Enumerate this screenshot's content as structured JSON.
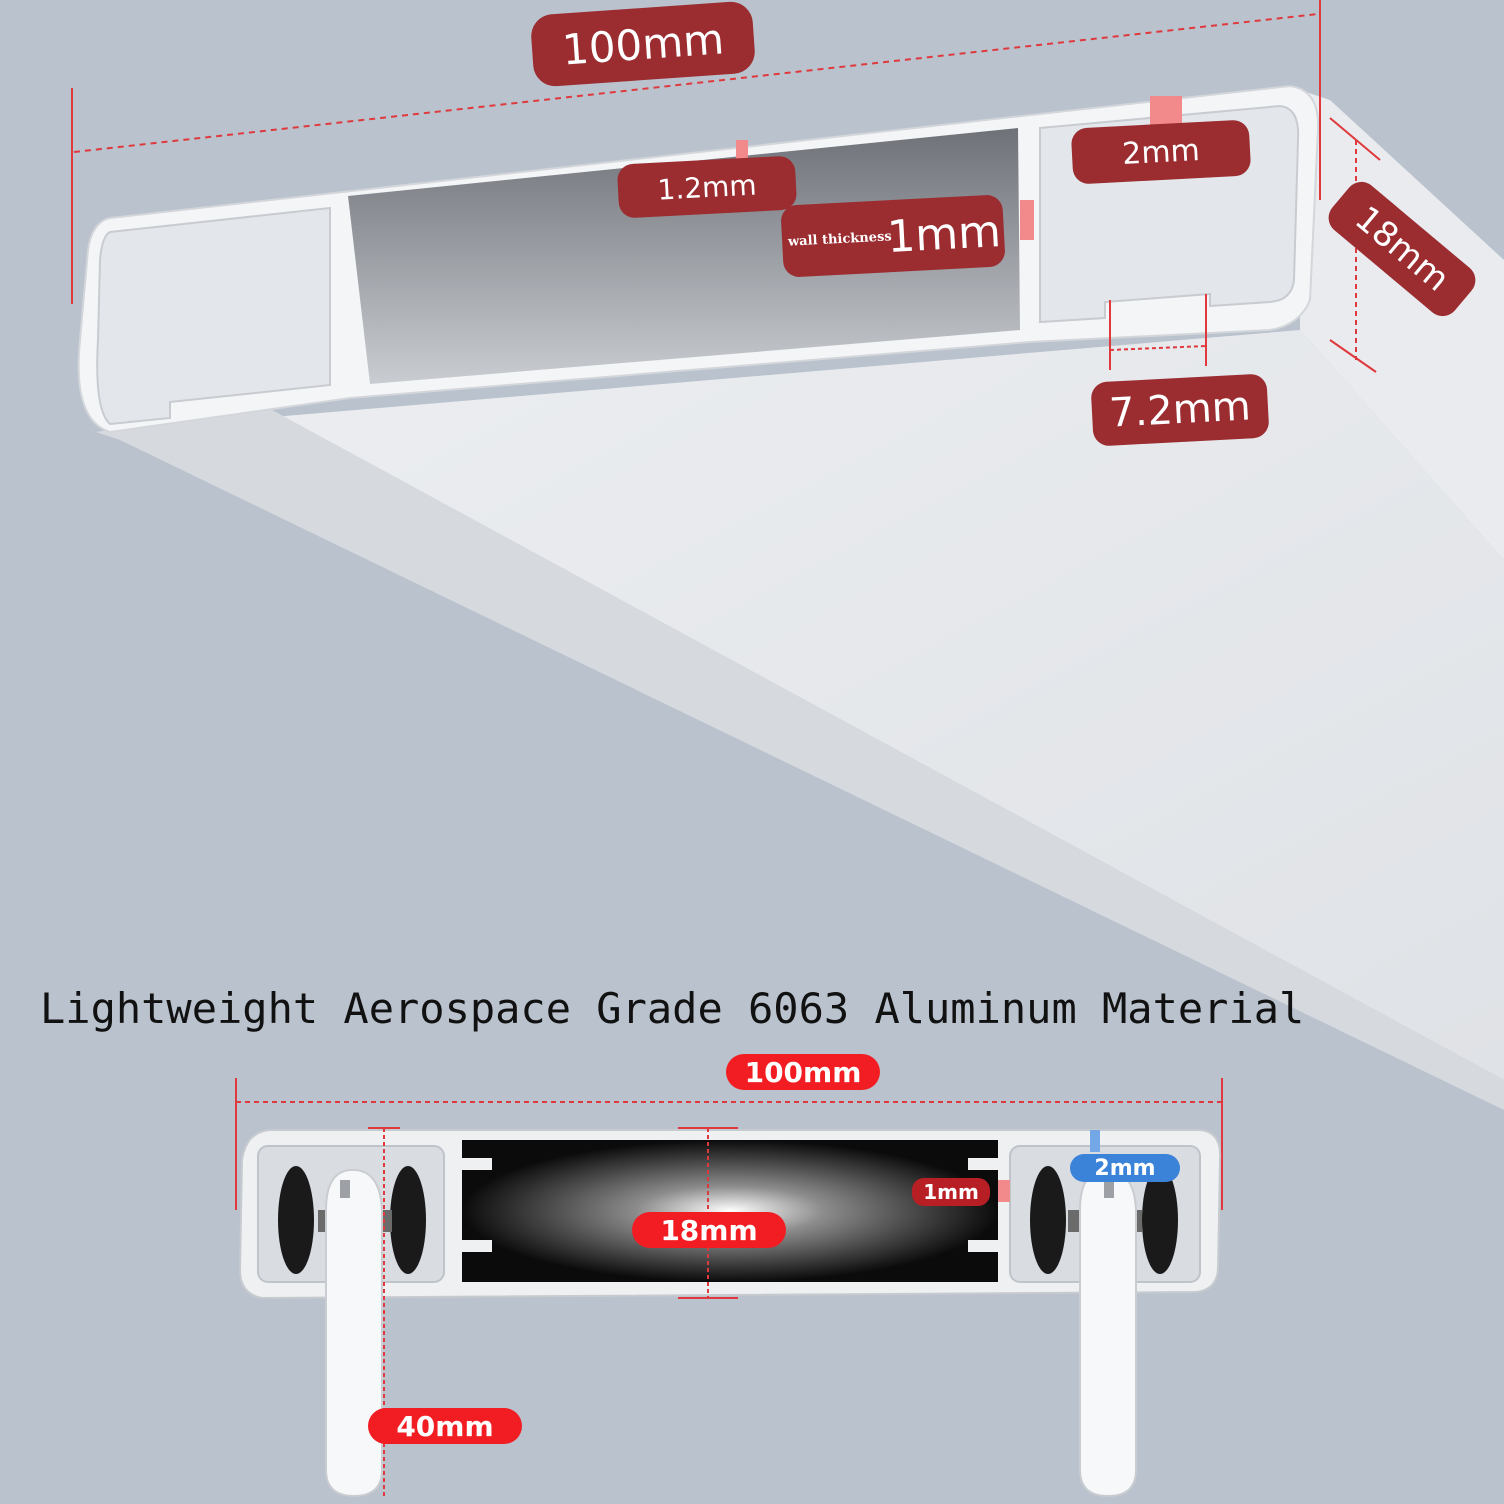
{
  "headline": "Lightweight Aerospace Grade 6063 Aluminum Material",
  "top_view": {
    "width_label": "100mm",
    "top_wall_label": "1.2mm",
    "wall_thickness_caption": "wall thickness",
    "wall_thickness_value": "1mm",
    "side_wall_label": "2mm",
    "height_label": "18mm",
    "slot_label": "7.2mm"
  },
  "cross_section": {
    "width_label": "100mm",
    "wall_label": "2mm",
    "inner_wall_label": "1mm",
    "height_label": "18mm",
    "hook_drop_label": "40mm"
  },
  "colors": {
    "background": "#b9c2cd",
    "badge_dark_red": "#9b2d31",
    "badge_red": "#f21d22",
    "badge_blue": "#3b83d9",
    "profile_white": "#f2f3f5",
    "dimension_line": "#e0393d"
  }
}
